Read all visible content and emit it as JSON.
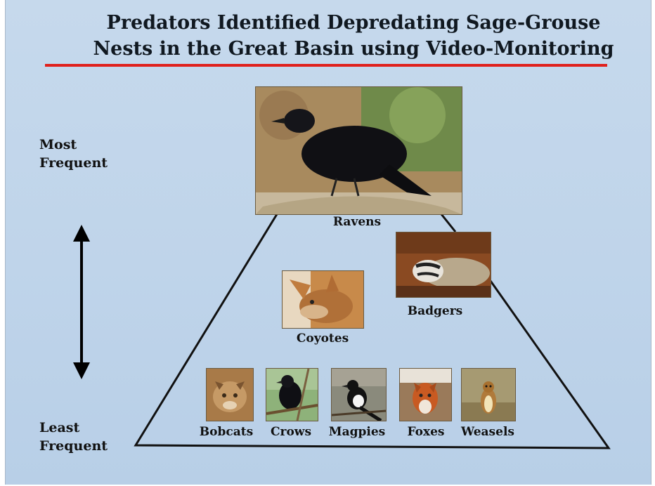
{
  "title_line1": "Predators Identified Depredating Sage-Grouse",
  "title_line2": "Nests in the Great Basin using Video-Monitoring",
  "top_label": {
    "line1": "Most",
    "line2": "Frequent"
  },
  "bottom_label": {
    "line1": "Least",
    "line2": "Frequent"
  },
  "predators": {
    "ravens": "Ravens",
    "badgers": "Badgers",
    "coyotes": "Coyotes",
    "bobcats": "Bobcats",
    "crows": "Crows",
    "magpies": "Magpies",
    "foxes": "Foxes",
    "weasels": "Weasels"
  },
  "colors": {
    "background": "#c3d7eb",
    "title_rule": "#e0201c",
    "lines": "#111111"
  }
}
